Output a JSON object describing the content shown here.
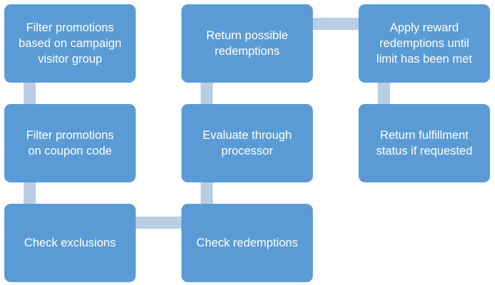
{
  "diagram": {
    "steps": [
      {
        "id": "filter-visitor-group",
        "text": "Filter promotions\nbased on campaign\nvisitor group"
      },
      {
        "id": "filter-coupon-code",
        "text": "Filter promotions\non coupon code"
      },
      {
        "id": "check-exclusions",
        "text": "Check exclusions"
      },
      {
        "id": "check-redemptions",
        "text": "Check redemptions"
      },
      {
        "id": "evaluate-processor",
        "text": "Evaluate through\nprocessor"
      },
      {
        "id": "return-possible-redemptions",
        "text": "Return possible\nredemptions"
      },
      {
        "id": "apply-reward-redemptions",
        "text": "Apply reward\nredemptions until\nlimit has been met"
      },
      {
        "id": "return-fulfillment-status",
        "text": "Return fulfillment\nstatus if requested"
      }
    ],
    "colors": {
      "box_fill": "#5b9bd5",
      "connector": "#b9cde5",
      "text": "#ffffff"
    }
  }
}
